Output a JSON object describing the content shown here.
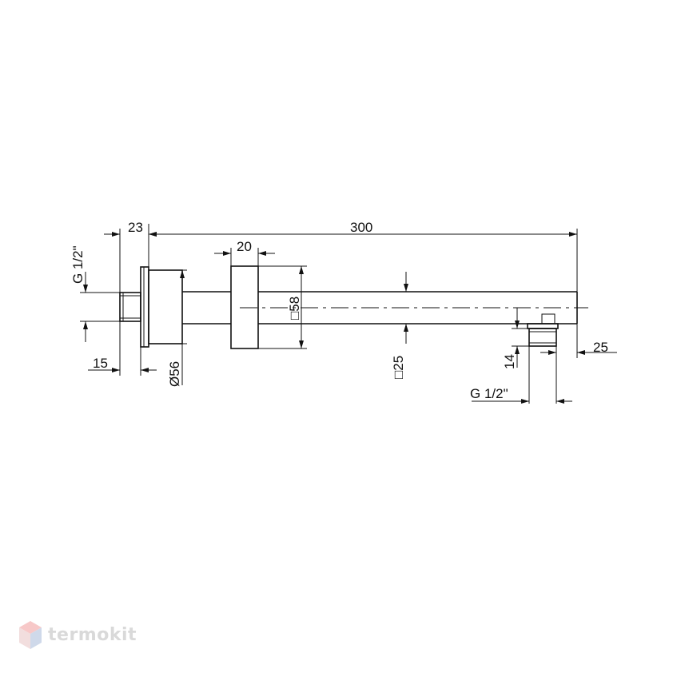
{
  "brand": {
    "name": "termokit",
    "colors": {
      "top": "#f7c8c8",
      "left": "#f2dede",
      "right": "#cfd9ea",
      "text": "#d9d9d9"
    }
  },
  "dimensions": {
    "thread_left": "G 1/2\"",
    "flange_offset": "23",
    "arm_length": "300",
    "collar_width": "20",
    "collar_square": "□58",
    "flange_diameter": "Ø56",
    "wall_depth": "15",
    "tube_square": "□25",
    "outlet_height": "14",
    "outlet_offset": "25",
    "thread_outlet": "G 1/2\""
  }
}
